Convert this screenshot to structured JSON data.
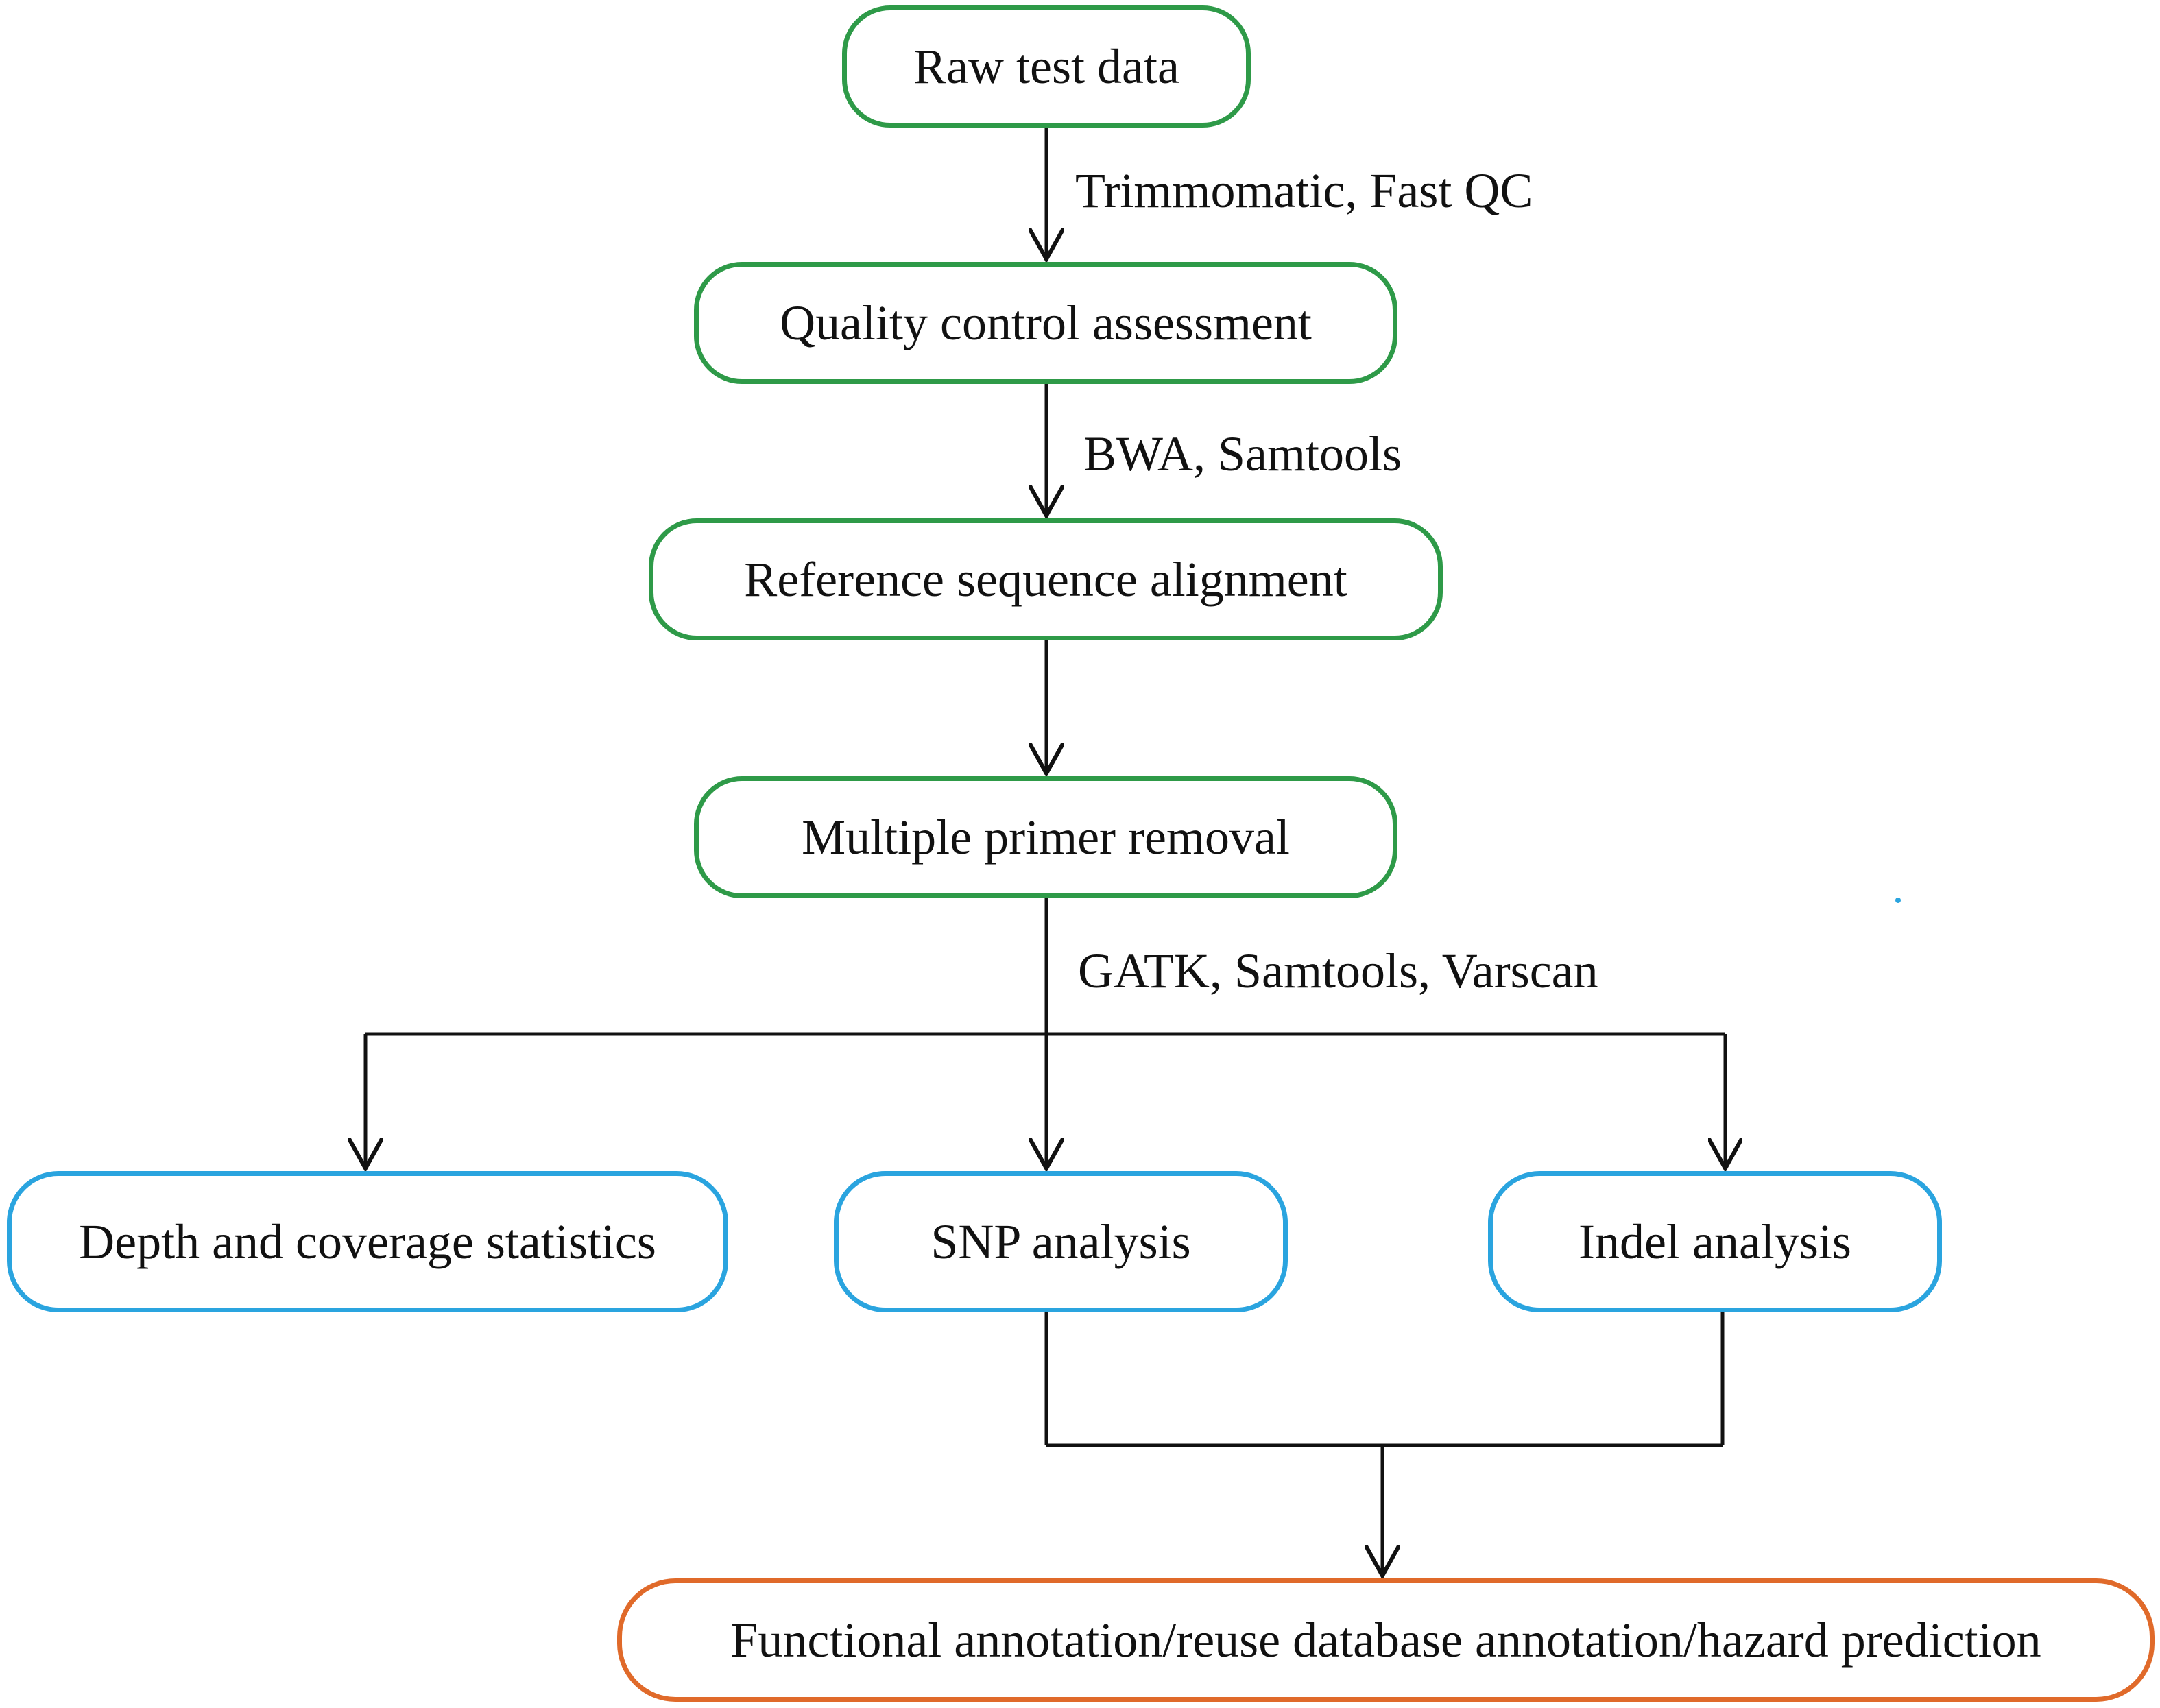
{
  "nodes": {
    "raw": "Raw test data",
    "qc": "Quality control assessment",
    "align": "Reference sequence alignment",
    "primer": "Multiple primer removal",
    "depth": "Depth and coverage statistics",
    "snp": "SNP analysis",
    "indel": "Indel analysis",
    "annot": "Functional annotation/reuse database annotation/hazard prediction"
  },
  "edge_labels": {
    "raw_to_qc": "Trimmomatic, Fast QC",
    "qc_to_align": "BWA, Samtools",
    "primer_to_branches": "GATK, Samtools, Varscan"
  },
  "colors": {
    "pipeline_border": "#2e9a48",
    "analysis_border": "#2aa4df",
    "output_border": "#e06a2a",
    "arrow": "#111111"
  }
}
